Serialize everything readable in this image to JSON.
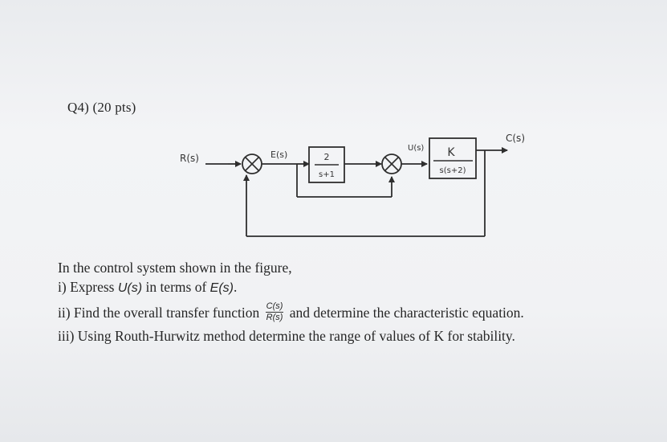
{
  "question": {
    "header": "Q4) (20 pts)",
    "intro": "In the control system shown in the figure,",
    "part_i_prefix": "i) Express ",
    "part_i_us": "U(s)",
    "part_i_middle": " in terms of ",
    "part_i_es": "E(s)",
    "part_i_suffix": ".",
    "part_ii_prefix": "ii) Find the overall transfer function ",
    "part_ii_num": "C(s)",
    "part_ii_den": "R(s)",
    "part_ii_suffix": " and determine the characteristic equation.",
    "part_iii": "iii) Using Routh-Hurwitz method determine the range of values of K for stability."
  },
  "diagram": {
    "input_label": "R(s)",
    "error_label": "E(s)",
    "block1_num": "2",
    "block1_den": "s+1",
    "control_label": "U(s)",
    "block2_num": "K",
    "block2_den": "s(s+2)",
    "output_label": "C(s)"
  }
}
